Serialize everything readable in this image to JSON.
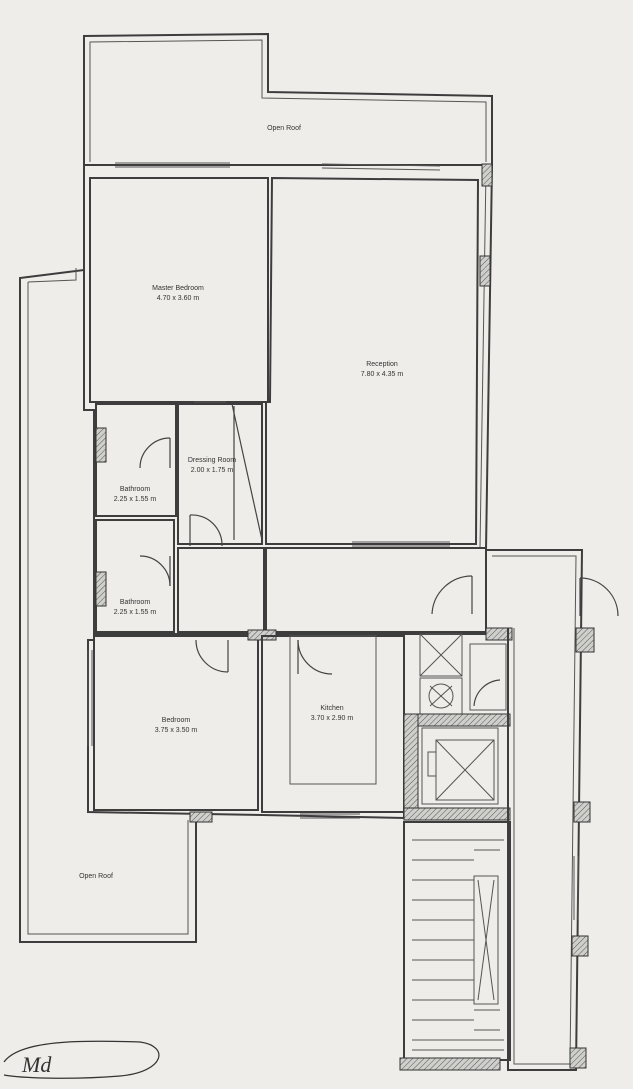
{
  "rooms": {
    "open_roof_top": {
      "name": "Open Roof"
    },
    "master_bedroom": {
      "name": "Master Bedroom",
      "size": "4.70 x 3.60 m"
    },
    "reception": {
      "name": "Reception",
      "size": "7.80 x 4.35 m"
    },
    "dressing_room": {
      "name": "Dressing Room",
      "size": "2.00 x 1.75 m"
    },
    "bathroom_1": {
      "name": "Bathroom",
      "size": "2.25 x 1.55 m"
    },
    "bathroom_2": {
      "name": "Bathroom",
      "size": "2.25 x 1.55 m"
    },
    "bedroom": {
      "name": "Bedroom",
      "size": "3.75 x 3.50 m"
    },
    "kitchen": {
      "name": "Kitchen",
      "size": "3.70 x 2.90 m"
    },
    "open_roof_bottom": {
      "name": "Open Roof"
    }
  },
  "signature": {
    "text": "Md"
  }
}
